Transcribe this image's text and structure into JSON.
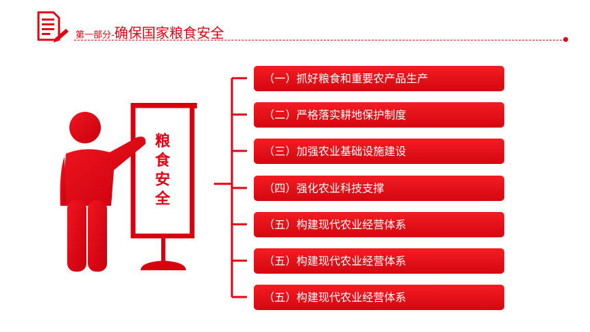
{
  "header": {
    "prefix": "第一部分-",
    "title": "确保国家粮食安全",
    "icon": "document-pen-icon"
  },
  "stand": {
    "chars": [
      "粮",
      "食",
      "安",
      "全"
    ]
  },
  "items": [
    "（一）抓好粮食和重要农产品生产",
    "（二）严格落实耕地保护制度",
    "（三）加强农业基础设施建设",
    "（四）强化农业科技支撑",
    "（五）构建现代农业经营体系",
    "（五）构建现代农业经营体系",
    "（五）构建现代农业经营体系"
  ],
  "colors": {
    "accent": "#e60012",
    "figure": "#d7000f",
    "text_on_accent": "#ffffff"
  }
}
